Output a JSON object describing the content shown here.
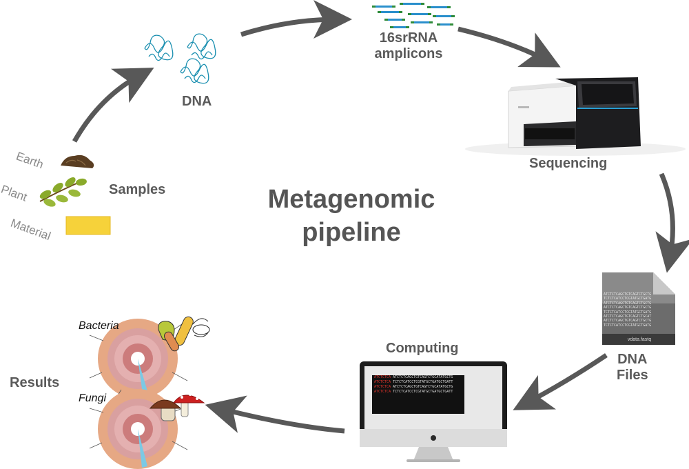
{
  "title": {
    "line1": "Metagenomic",
    "line2": "pipeline"
  },
  "labels": {
    "dna": "DNA",
    "amplicons_line1": "16srRNA",
    "amplicons_line2": "amplicons",
    "sequencing": "Sequencing",
    "dna_files_line1": "DNA",
    "dna_files_line2": "Files",
    "computing": "Computing",
    "results": "Results",
    "samples": "Samples"
  },
  "sample_types": [
    "Earth",
    "Plant",
    "Material"
  ],
  "result_groups": [
    "Bacteria",
    "Fungi"
  ],
  "file_name": "vdata.fastq",
  "colors": {
    "arrow": "#585858",
    "text": "#5a5a5a",
    "dna_strand": "#1a8fb0",
    "amplicon_blue": "#2a8fcc",
    "amplicon_green": "#2e8b3a"
  },
  "icons": [
    "dna-strands-icon",
    "amplicon-bars-icon",
    "sequencer-icon",
    "dna-file-icon",
    "monitor-icon",
    "bacteria-icon",
    "fungi-icon",
    "soil-icon",
    "plant-icon",
    "sponge-icon"
  ]
}
